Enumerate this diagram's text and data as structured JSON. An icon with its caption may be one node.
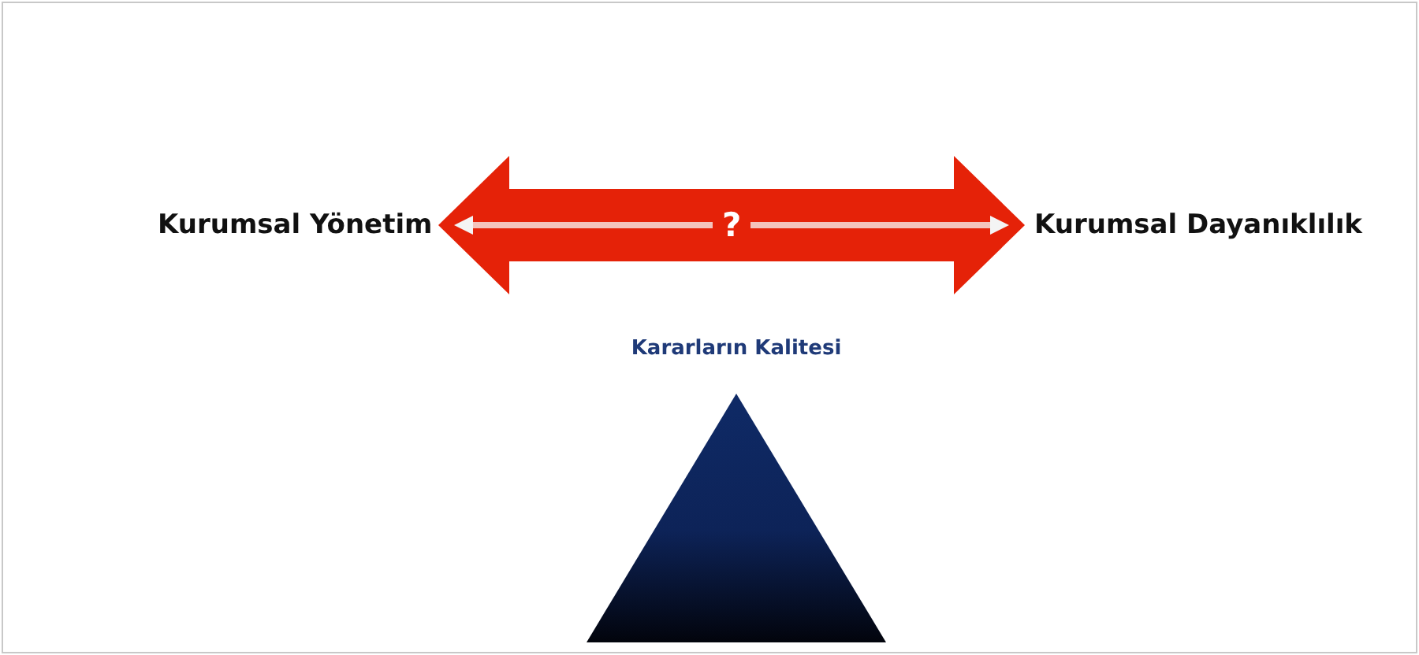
{
  "diagram": {
    "nodes": [
      {
        "text": [
          "Kurumsal Yönetim"
        ]
      },
      {
        "text": [
          "Kurumsal Dayanıklılık"
        ]
      },
      {
        "text": [
          "Kararların Kalitesi"
        ]
      }
    ],
    "edges": [
      {
        "from": 0,
        "to": 1,
        "arrow": "both",
        "label": "?"
      }
    ]
  }
}
